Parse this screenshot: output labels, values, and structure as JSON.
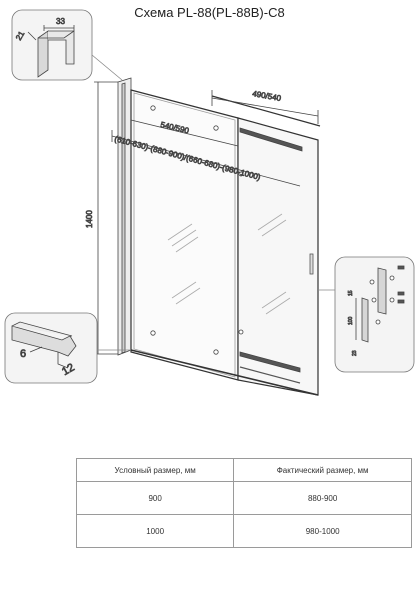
{
  "title": "Схема PL-88(PL-88B)-C8",
  "dimensions": {
    "profile_width": "33",
    "profile_depth": "21",
    "height": "1400",
    "fixed_panel_width": "490/540",
    "door_width": "540/590",
    "adjustment_range": "(610-630)-(880-900)/(660-680)-(980-1000)",
    "gasket_width": "6",
    "gasket_depth": "12",
    "bracket_length": "100",
    "bracket_top": "15",
    "bracket_bottom": "23"
  },
  "table": {
    "headers": [
      "Условный размер, мм",
      "Фактический размер, мм"
    ],
    "rows": [
      [
        "900",
        "880-900"
      ],
      [
        "1000",
        "980-1000"
      ]
    ]
  }
}
